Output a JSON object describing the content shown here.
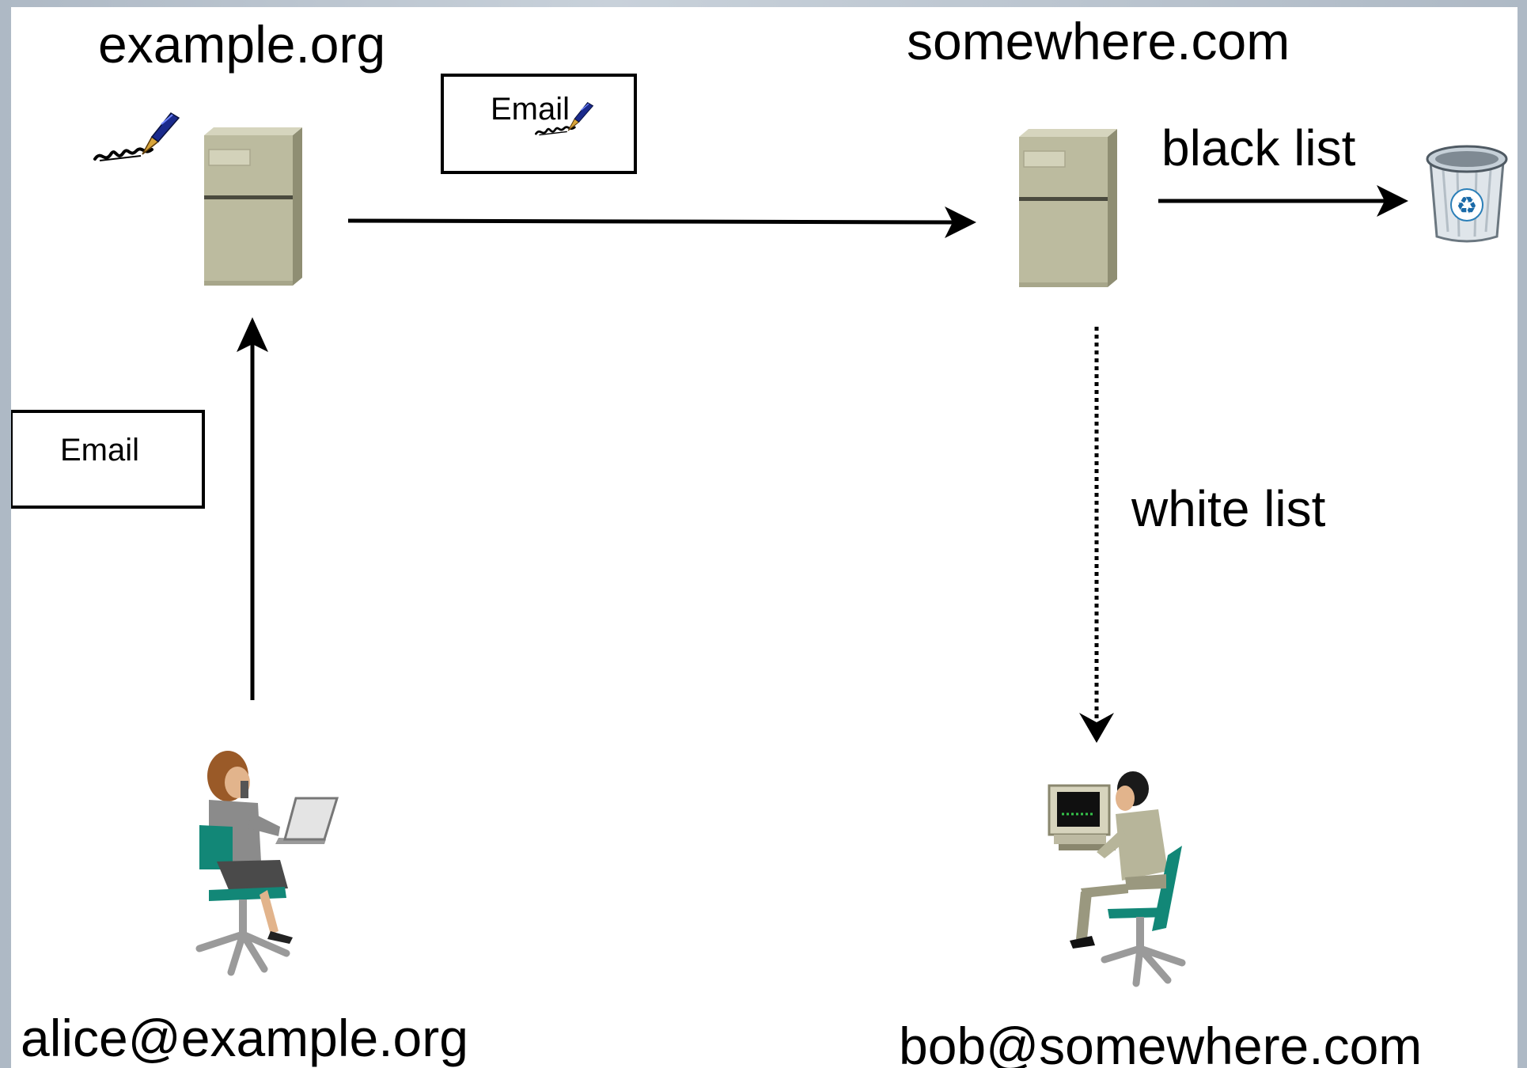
{
  "diagram": {
    "sender_domain": "example.org",
    "receiver_domain": "somewhere.com",
    "sender_address": "alice@example.org",
    "receiver_address": "bob@somewhere.com",
    "email_box_top": "Email",
    "email_box_left": "Email",
    "black_list_label": "black list",
    "white_list_label": "white list"
  },
  "icons": {
    "signature": "signature-pen-icon",
    "server": "server-icon",
    "trash": "recycle-bin-icon",
    "sender_person": "woman-at-laptop-icon",
    "receiver_person": "man-at-computer-icon"
  },
  "colors": {
    "server_body": "#bcbb9f",
    "server_shadow": "#8f8e73",
    "chair": "#128777",
    "pen": "#1a2a8c",
    "pen_nib": "#d8a53a"
  }
}
